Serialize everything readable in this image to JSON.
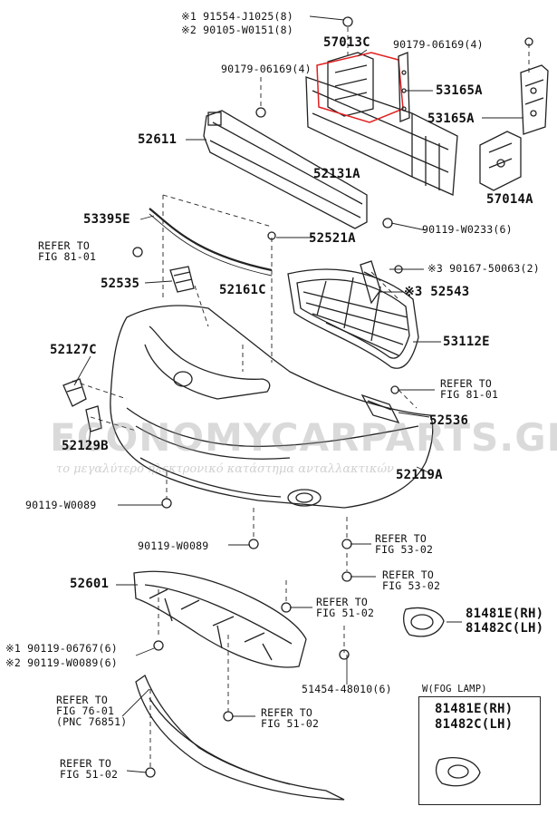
{
  "labels": {
    "p91554": "※1 91554-J1025(8)",
    "p90105": "※2 90105-W0151(8)",
    "p57013c": "57013C",
    "p90179a": "90179-06169(4)",
    "p90179b": "90179-06169(4)",
    "p53165a_1": "53165A",
    "p53165a_2": "53165A",
    "p52611": "52611",
    "p52131a": "52131A",
    "p57014a": "57014A",
    "p53395e": "53395E",
    "p90119w0233": "90119-W0233(6)",
    "p52521a": "52521A",
    "refer_fig81_a": [
      "REFER TO",
      "FIG 81-01"
    ],
    "p90167": "※3 90167-50063(2)",
    "p52535": "52535",
    "p52161c": "52161C",
    "p52543": "※3 52543",
    "p53112e": "53112E",
    "p52127c": "52127C",
    "refer_fig81_b": [
      "REFER TO",
      "FIG 81-01"
    ],
    "p52536": "52536",
    "p52129b": "52129B",
    "p52119a": "52119A",
    "p90119w0089a": "90119-W0089",
    "p90119w0089b": "90119-W0089",
    "refer_fig53_a": [
      "REFER TO",
      "FIG 53-02"
    ],
    "refer_fig53_b": [
      "REFER TO",
      "FIG 53-02"
    ],
    "p52601": "52601",
    "refer_fig51_a": [
      "REFER TO",
      "FIG 51-02"
    ],
    "p81481e_rh": "81481E(RH)",
    "p81482c_lh": "81482C(LH)",
    "p90119_06767": "※1 90119-06767(6)",
    "p90119_w0089_6": "※2 90119-W0089(6)",
    "p51454": "51454-48010(6)",
    "refer_fig76": [
      "REFER TO",
      "FIG 76-01",
      "(PNC 76851)"
    ],
    "refer_fig51_b": [
      "REFER TO",
      "FIG 51-02"
    ],
    "refer_fig51_c": [
      "REFER TO",
      "FIG 51-02"
    ],
    "fog_box_title": "W(FOG LAMP)",
    "fog_rh": "81481E(RH)",
    "fog_lh": "81482C(LH)"
  },
  "watermark": {
    "brand": "ECONOMYCARPARTS.GR",
    "slogan": "το μεγαλύτερο ηλεκτρονικό κατάστημα ανταλλακτικών"
  },
  "colors": {
    "line": "#222222",
    "highlight": "#e02020",
    "watermark": "#9a9a9a"
  }
}
